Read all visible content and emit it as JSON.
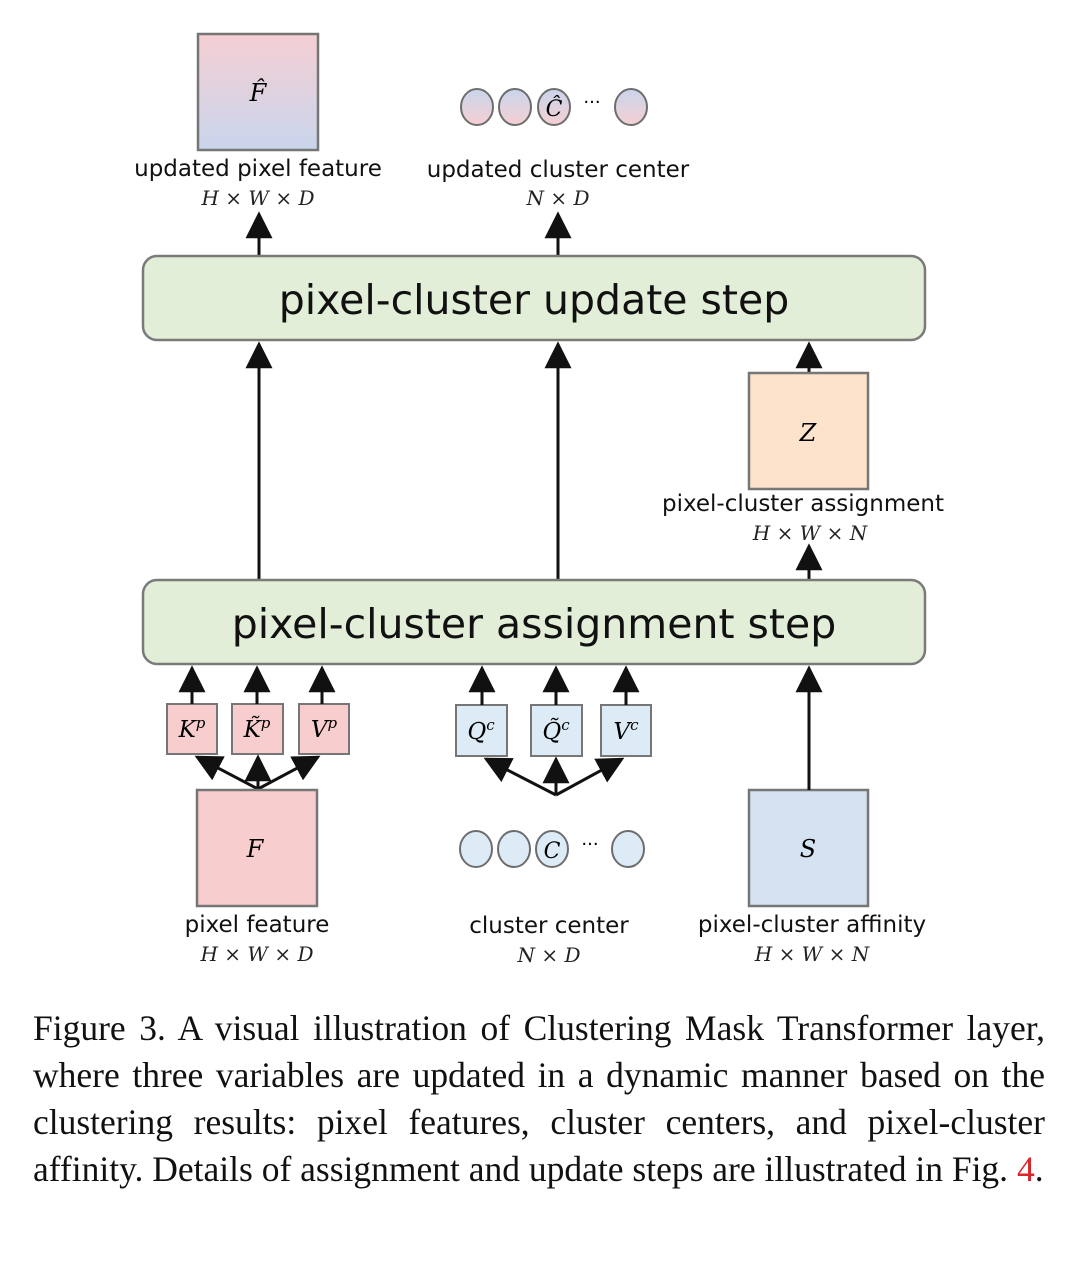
{
  "colors": {
    "step_fill": "#e2eed7",
    "step_stroke": "#7a7a7a",
    "pixel_fill": "#f7cdcd",
    "cluster_fill": "#dcebf6",
    "affinity_fill": "#d5e2f1",
    "assignment_fill": "#fde3cc",
    "updated_top": "#f5cfd3",
    "updated_bottom": "#c9d5ec",
    "box_stroke": "#767676",
    "arrow": "#111111",
    "caption_ref": "#d9262b"
  },
  "steps": {
    "update": "pixel-cluster update step",
    "assignment": "pixel-cluster assignment step"
  },
  "outputs": {
    "updated_pixel_feature": {
      "symbol": "F̂",
      "label": "updated pixel feature",
      "dims": "H × W × D"
    },
    "updated_cluster_center": {
      "symbol": "Ĉ",
      "label": "updated cluster center",
      "dims": "N × D",
      "ellipsis": "···"
    }
  },
  "assignment_output": {
    "symbol": "Z",
    "label": "pixel-cluster assignment",
    "dims": "H × W × N"
  },
  "inputs": {
    "pixel_feature": {
      "symbol": "F",
      "label": "pixel feature",
      "dims": "H × W × D"
    },
    "cluster_center": {
      "symbol": "C",
      "label": "cluster center",
      "dims": "N × D",
      "ellipsis": "···"
    },
    "affinity": {
      "symbol": "S",
      "label": "pixel-cluster affinity",
      "dims": "H × W × N"
    }
  },
  "projections": {
    "pixel": [
      {
        "base": "K",
        "sup": "p"
      },
      {
        "base": "K̃",
        "sup": "p"
      },
      {
        "base": "V",
        "sup": "p"
      }
    ],
    "cluster": [
      {
        "base": "Q",
        "sup": "c"
      },
      {
        "base": "Q̃",
        "sup": "c"
      },
      {
        "base": "V",
        "sup": "c"
      }
    ]
  },
  "caption": {
    "text": "Figure 3.  A visual illustration of Clustering Mask Transformer layer, where three variables are updated in a dynamic manner based on the clustering results: pixel features, cluster centers, and pixel-cluster affinity.  Details of assignment and update steps are illustrated in Fig. ",
    "ref": "4",
    "end": "."
  }
}
